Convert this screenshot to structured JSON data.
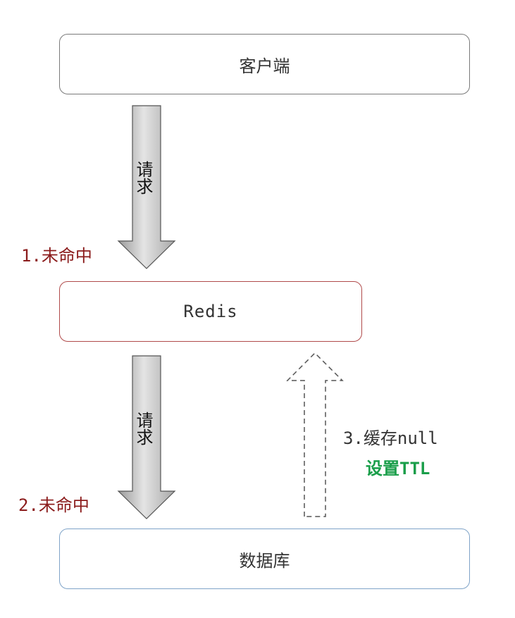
{
  "nodes": {
    "client": "客户端",
    "redis": "Redis",
    "database": "数据库"
  },
  "arrows": {
    "request_1": "请求",
    "request_2": "请求"
  },
  "annotations": {
    "miss_1": "1.未命中",
    "miss_2": "2.未命中",
    "cache_null": "3.缓存null",
    "set_ttl": "设置TTL"
  },
  "colors": {
    "client_border": "#7a7a7a",
    "redis_border": "#b04a4a",
    "database_border": "#7fa3c8",
    "miss_text": "#8b1c1c",
    "ttl_text": "#1a9e4a",
    "arrow_fill": "#c8c8c8"
  }
}
